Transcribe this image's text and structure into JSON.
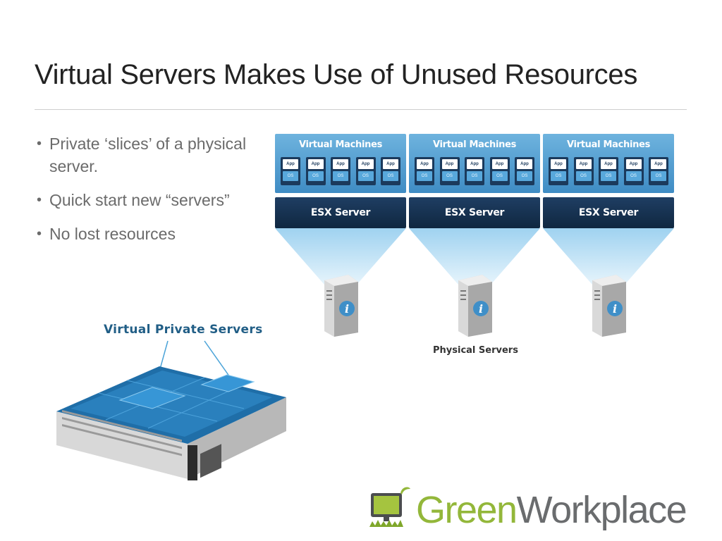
{
  "slide": {
    "title": "Virtual Servers Makes Use of Unused Resources",
    "bullets": [
      "Private ‘slices’ of a physical server.",
      "Quick start new “servers”",
      "No lost resources"
    ]
  },
  "diagram": {
    "vm_group_label": "Virtual Machines",
    "vm_app_label": "App",
    "vm_os_label": "OS",
    "esx_label": "ESX Server",
    "physical_label": "Physical Servers",
    "groups": 3,
    "vms_per_group": 5
  },
  "rack": {
    "label": "Virtual Private Servers"
  },
  "logo": {
    "part1": "Green",
    "part2": "Workplace",
    "green_color": "#93b73a",
    "gray_color": "#6a6c6e"
  },
  "colors": {
    "vm_blue": "#4a97cc",
    "esx_navy": "#163352",
    "rack_blue": "#1f6ea8"
  }
}
